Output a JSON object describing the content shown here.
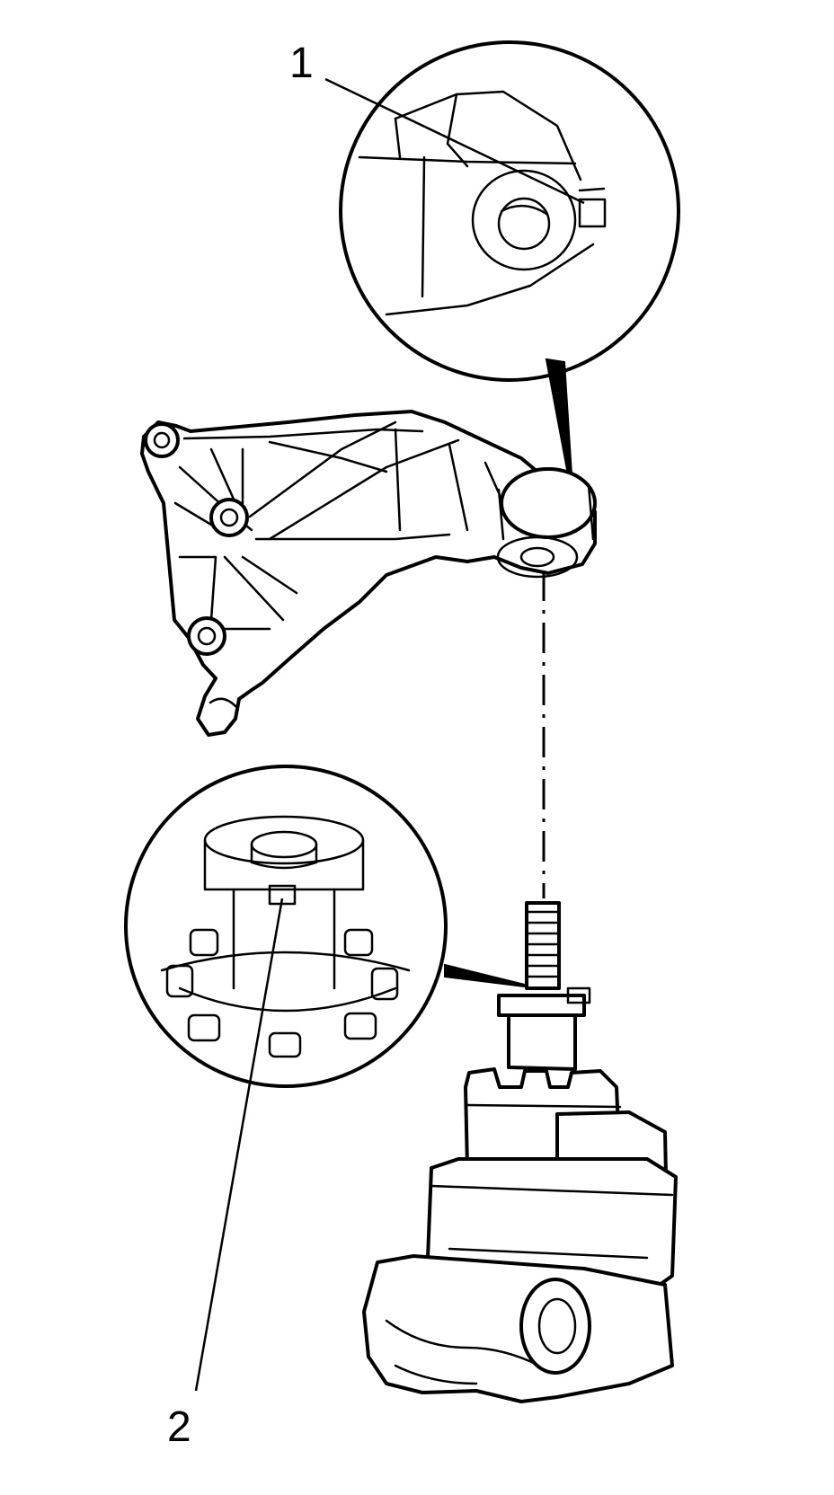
{
  "callouts": [
    {
      "id": "1",
      "label": "1"
    },
    {
      "id": "2",
      "label": "2"
    }
  ],
  "colors": {
    "ink": "#000000",
    "paper": "#ffffff"
  },
  "parts": [
    "upper-detail-circle",
    "engine-mount-bracket",
    "lower-detail-circle",
    "engine-mount",
    "mount-stud",
    "alignment-centerline"
  ]
}
